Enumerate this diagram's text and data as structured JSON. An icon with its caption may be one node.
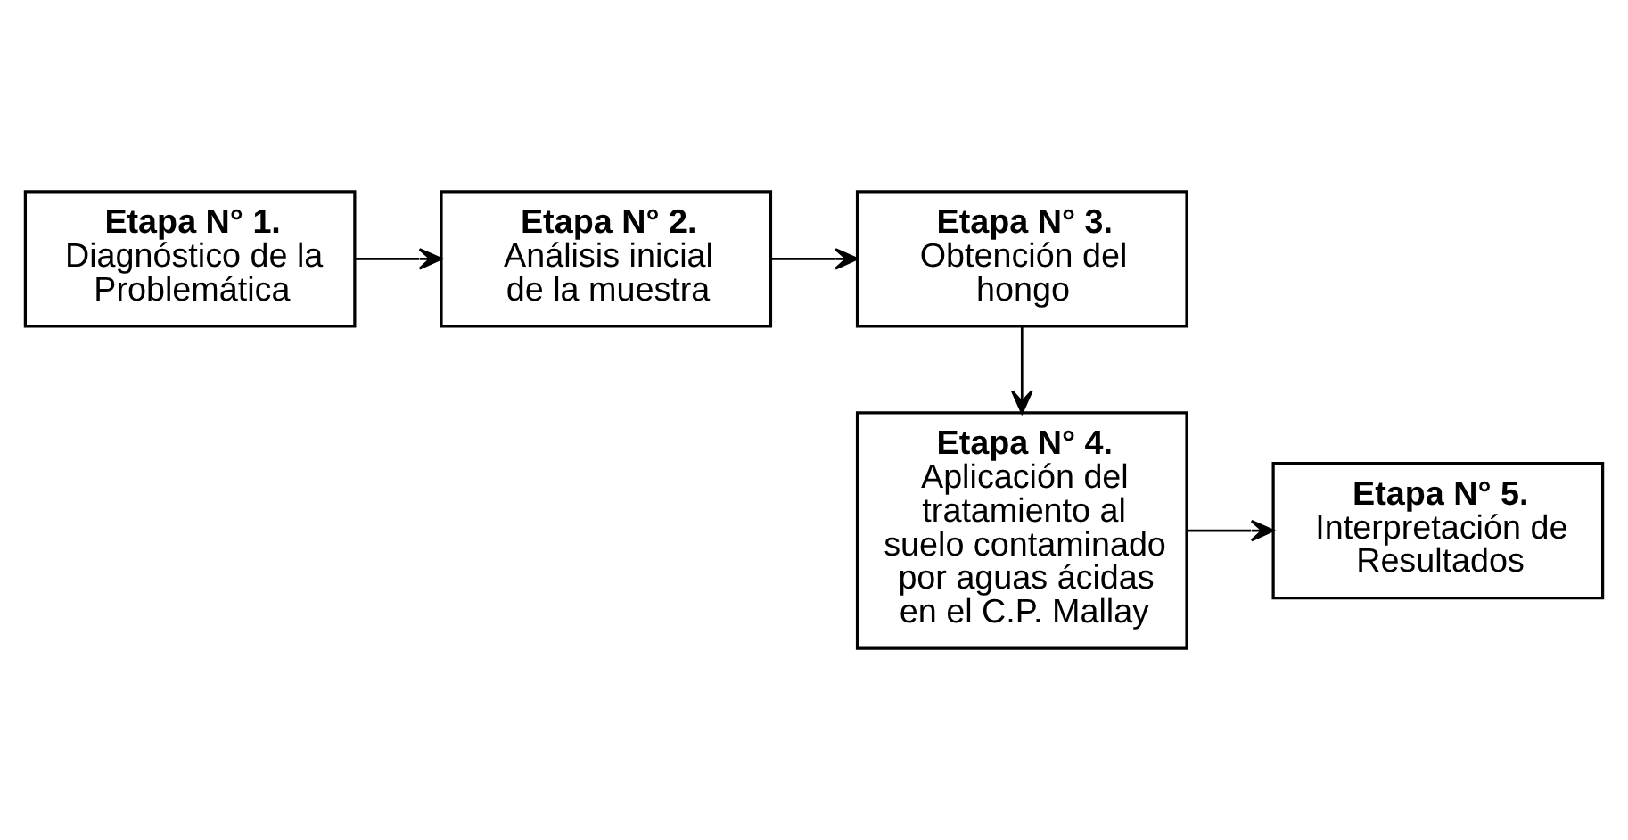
{
  "diagram": {
    "nodes": [
      {
        "text": [
          "Etapa N° 1.",
          "Diagnóstico de la Problemática"
        ]
      },
      {
        "text": [
          "Etapa N° 2.",
          "Análisis inicial de la muestra"
        ]
      },
      {
        "text": [
          "Etapa N° 3.",
          "Obtención del hongo"
        ]
      },
      {
        "text": [
          "Etapa N° 4.",
          "Aplicación del tratamiento al suelo contaminado por aguas ácidas en el C.P. Mallay"
        ]
      },
      {
        "text": [
          "Etapa N° 5.",
          "Interpretación de Resultados"
        ]
      }
    ],
    "edges": [
      {
        "from": 0,
        "to": 1,
        "arrow": "to"
      },
      {
        "from": 1,
        "to": 2,
        "arrow": "to"
      },
      {
        "from": 2,
        "to": 3,
        "arrow": "to"
      },
      {
        "from": 3,
        "to": 4,
        "arrow": "to"
      }
    ]
  }
}
